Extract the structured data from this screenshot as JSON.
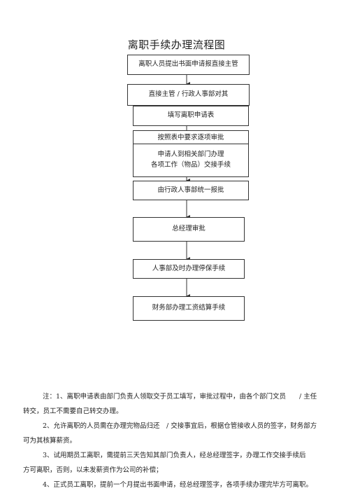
{
  "title": "离职手续办理流程图",
  "steps": [
    "离职人员提出书面申请报直接主管",
    "直接主管 / 行政人事部对其",
    "填写离职申请表",
    "按照表中要求逐项审批",
    "申请人到相关部门办理",
    "各项工作（物品）交接手续",
    "由行政人事部统一报批",
    "总经理审批",
    "人事部及时办理停保手续",
    "财务部办理工资结算手续"
  ],
  "notes": [
    "注：1、离职申请表由部门负责人领取交于员工填写，审批过程中，由各个部门文员　　/ 主任",
    "转交，员工不需要自己转交办理。",
    "2、允许离职的人员需在办理完物品归还　/ 交接事宜后，根据仓管接收人员的签字，财务部方",
    "可为其核算薪资。",
    "3、试用期员工离职，需提前三天告知其部门负责人，经总经理签字，办理工作交接手续后",
    "方可离职，否则，以未发薪资作为公司的补偿；",
    "4、正式员工离职，提前一个月提出书面申请，经总经理签字，各项手续办理完毕方可离职。"
  ]
}
